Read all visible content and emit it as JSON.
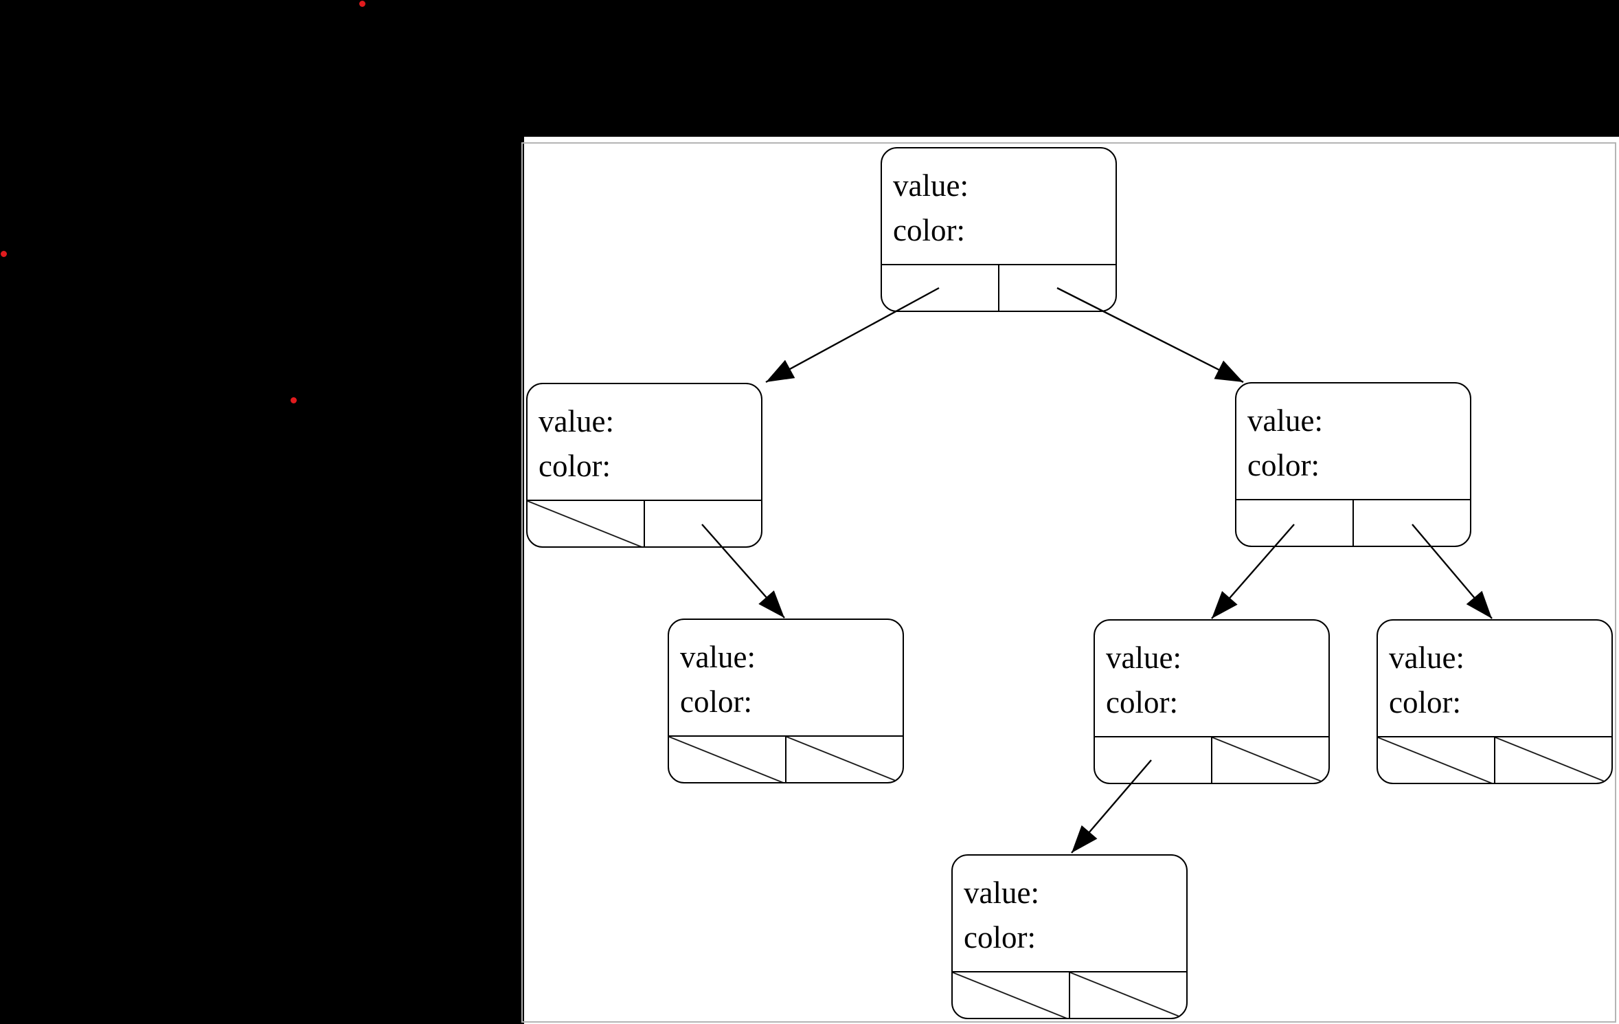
{
  "canvas": {
    "background": "#000000",
    "marker_dot_color": "#e11b1e",
    "marker_dots_count": 3
  },
  "page": {
    "background": "#ffffff",
    "border_color": "#b4b4b4"
  },
  "tree": {
    "description": "binary tree of node records",
    "nodes": [
      {
        "id": "root",
        "value_label": "value:",
        "color_label": "color:",
        "left_null": false,
        "right_null": false,
        "left_child": "left",
        "right_child": "right"
      },
      {
        "id": "left",
        "value_label": "value:",
        "color_label": "color:",
        "left_null": true,
        "right_null": false,
        "left_child": null,
        "right_child": "left-right"
      },
      {
        "id": "right",
        "value_label": "value:",
        "color_label": "color:",
        "left_null": false,
        "right_null": false,
        "left_child": "right-left",
        "right_child": "right-right"
      },
      {
        "id": "left-right",
        "value_label": "value:",
        "color_label": "color:",
        "left_null": true,
        "right_null": true,
        "left_child": null,
        "right_child": null
      },
      {
        "id": "right-left",
        "value_label": "value:",
        "color_label": "color:",
        "left_null": false,
        "right_null": true,
        "left_child": "right-left-left",
        "right_child": null
      },
      {
        "id": "right-right",
        "value_label": "value:",
        "color_label": "color:",
        "left_null": true,
        "right_null": true,
        "left_child": null,
        "right_child": null
      },
      {
        "id": "right-left-left",
        "value_label": "value:",
        "color_label": "color:",
        "left_null": true,
        "right_null": true,
        "left_child": null,
        "right_child": null
      }
    ]
  }
}
